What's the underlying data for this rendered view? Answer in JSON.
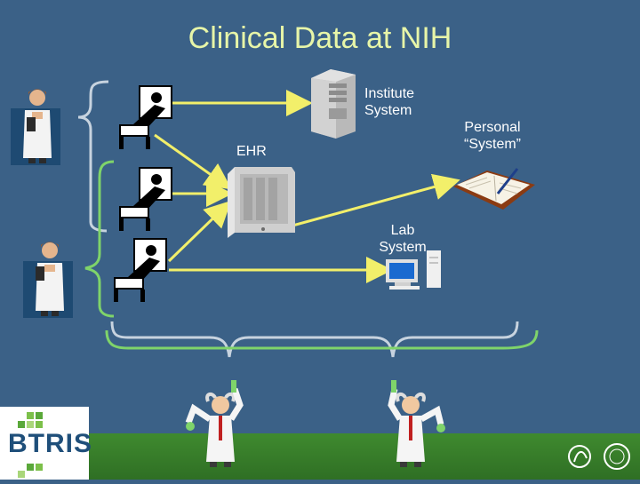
{
  "slide": {
    "title": "Clinical Data at NIH"
  },
  "labels": {
    "institute_system": "Institute\nSystem",
    "personal_system": "Personal\n“System”",
    "ehr": "EHR",
    "lab_system": "Lab\nSystem"
  },
  "logo": {
    "text": "BTRIS"
  },
  "colors": {
    "background": "#3b6187",
    "title": "#e7f5a8",
    "arrow_yellow": "#f2ef6a",
    "bracket_gray": "#c7d3df",
    "bracket_green": "#7fd46a",
    "footer_green": "#3f8a2f"
  },
  "icons": [
    "doctor-icon",
    "patient-bed-icon",
    "server-icon",
    "computer-icon",
    "notebook-icon",
    "scientist-icon",
    "hhs-seal-icon",
    "nih-seal-icon"
  ]
}
